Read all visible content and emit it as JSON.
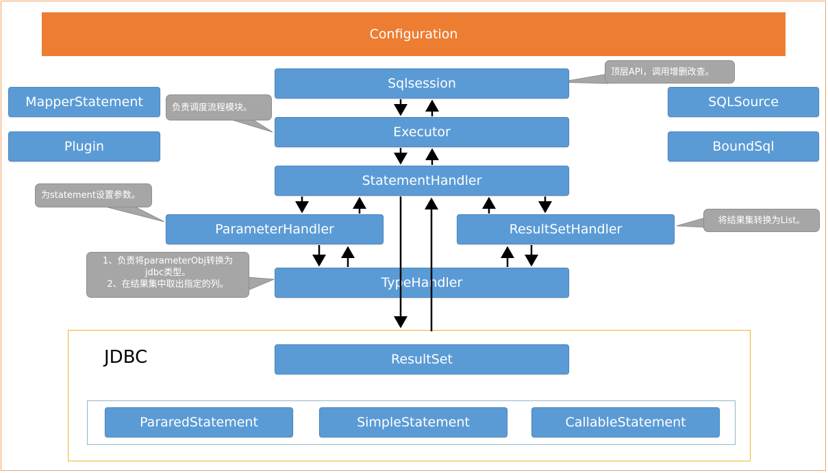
{
  "configuration": "Configuration",
  "left_boxes": {
    "mapper_statement": "MapperStatement",
    "plugin": "Plugin"
  },
  "right_boxes": {
    "sql_source": "SQLSource",
    "bound_sql": "BoundSql"
  },
  "flow": {
    "sqlsession": "Sqlsession",
    "executor": "Executor",
    "statement_handler": "StatementHandler",
    "parameter_handler": "ParameterHandler",
    "result_set_handler": "ResultSetHandler",
    "type_handler": "TypeHandler"
  },
  "callouts": {
    "sqlsession": "顶层API，调用增删改查。",
    "executor": "负责调度流程模块。",
    "parameter_handler": "为statement设置参数。",
    "result_set_handler": "将结果集转换为List。",
    "type_handler_1": "1、负责将parameterObj转换为",
    "type_handler_1b": "jdbc类型。",
    "type_handler_2": "2、在结果集中取出指定的列。"
  },
  "jdbc": {
    "label": "JDBC",
    "result_set": "ResultSet",
    "statements": [
      "PararedStatement",
      "SimpleStatement",
      "CallableStatement"
    ]
  },
  "colors": {
    "orange": "#ed7d31",
    "blue": "#5b9bd5",
    "gray": "#a6a6a6",
    "jdbc_border": "#f0b429"
  }
}
